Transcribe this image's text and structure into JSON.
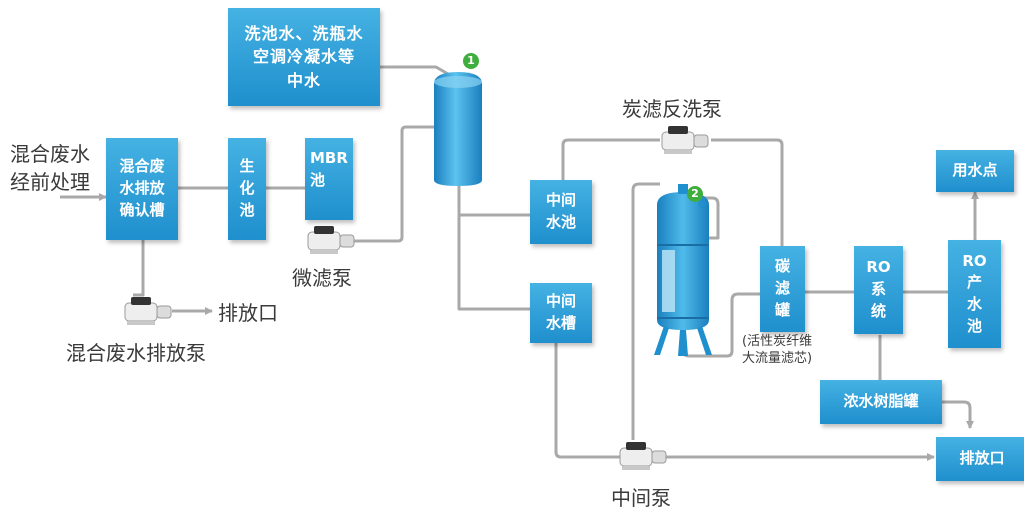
{
  "boxes": {
    "medium_water": "洗池水、洗瓶水\n空调冷凝水等\n中水",
    "mix_tank": "混合废\n水排放\n确认槽",
    "bio_pool": "生\n化\n池",
    "mbr": "MBR\n池",
    "mid_pool": "中间\n水池",
    "mid_tank": "中间\n水槽",
    "carbon_tank": "碳\n滤\n罐",
    "ro_system": "RO\n系\n统",
    "ro_pool": "RO\n产\n水\n池",
    "use_point": "用水点",
    "concentrate_resin": "浓水树脂罐",
    "discharge": "排放口"
  },
  "labels": {
    "pretreat": "混合废水\n经前处理",
    "discharge_left": "排放口",
    "mix_pump": "混合废水排放泵",
    "micro_pump": "微滤泵",
    "backwash_pump": "炭滤反洗泵",
    "mid_pump": "中间泵",
    "carbon_note": "(活性炭纤维\n大流量滤芯)"
  },
  "markers": {
    "m1": "1",
    "m2": "2"
  },
  "colors": {
    "box_top": "#45b2e3",
    "box_bottom": "#1f8fcd",
    "pipe": "#a9a9a9",
    "marker": "#3fae3f"
  }
}
